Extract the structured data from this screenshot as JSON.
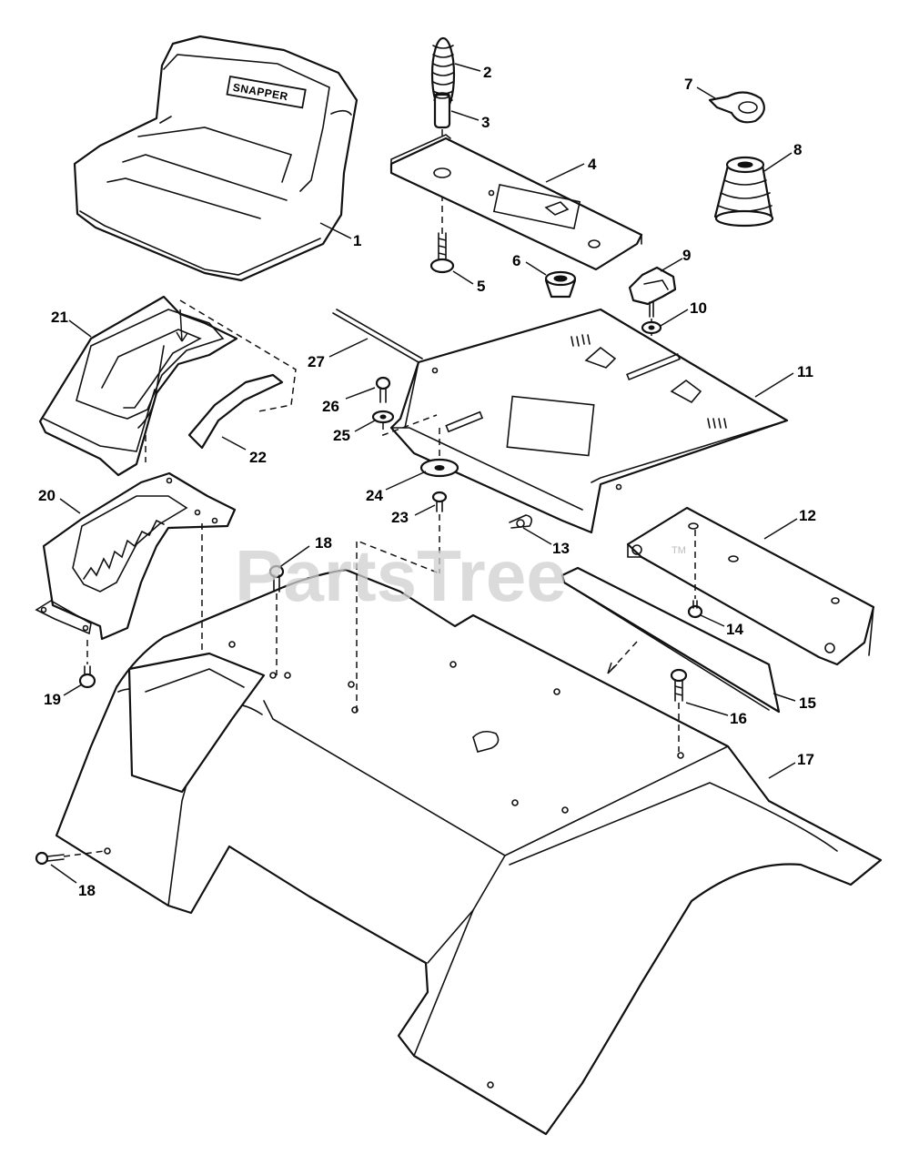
{
  "watermark": {
    "text": "PartsTree",
    "trademark": "TM"
  },
  "seat_brand": "SNAPPER",
  "callouts": [
    {
      "id": "1",
      "label": "1"
    },
    {
      "id": "2",
      "label": "2"
    },
    {
      "id": "3",
      "label": "3"
    },
    {
      "id": "4",
      "label": "4"
    },
    {
      "id": "5",
      "label": "5"
    },
    {
      "id": "6",
      "label": "6"
    },
    {
      "id": "7",
      "label": "7"
    },
    {
      "id": "8",
      "label": "8"
    },
    {
      "id": "9",
      "label": "9"
    },
    {
      "id": "10",
      "label": "10"
    },
    {
      "id": "11",
      "label": "11"
    },
    {
      "id": "12",
      "label": "12"
    },
    {
      "id": "13",
      "label": "13"
    },
    {
      "id": "14",
      "label": "14"
    },
    {
      "id": "15",
      "label": "15"
    },
    {
      "id": "16",
      "label": "16"
    },
    {
      "id": "17",
      "label": "17"
    },
    {
      "id": "18a",
      "label": "18"
    },
    {
      "id": "18b",
      "label": "18"
    },
    {
      "id": "19",
      "label": "19"
    },
    {
      "id": "20",
      "label": "20"
    },
    {
      "id": "21",
      "label": "21"
    },
    {
      "id": "22",
      "label": "22"
    },
    {
      "id": "23",
      "label": "23"
    },
    {
      "id": "24",
      "label": "24"
    },
    {
      "id": "25",
      "label": "25"
    },
    {
      "id": "26",
      "label": "26"
    },
    {
      "id": "27",
      "label": "27"
    }
  ],
  "colors": {
    "line": "#111111",
    "background": "#ffffff",
    "watermark": "#cfcfcf"
  }
}
